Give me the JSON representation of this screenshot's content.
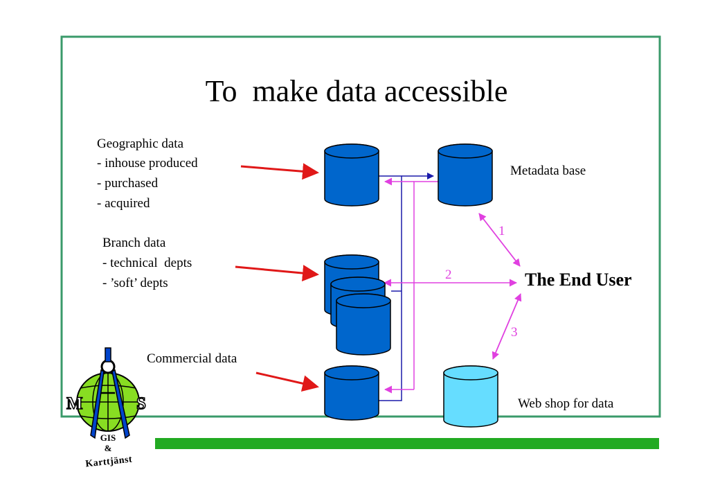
{
  "title": "To  make data accessible",
  "sources": {
    "geographic": {
      "heading": "Geographic data",
      "items": [
        "- inhouse produced",
        "- purchased",
        "- acquired"
      ]
    },
    "branch": {
      "heading": "Branch data",
      "items": [
        "- technical  depts",
        "- ’soft’ depts"
      ]
    },
    "commercial": {
      "heading": "Commercial data"
    }
  },
  "targets": {
    "metadata": "Metadata base",
    "webshop": "Web shop for data",
    "end_user": "The End User"
  },
  "paths": [
    "1",
    "2",
    "3"
  ],
  "logo": {
    "left_letter": "M",
    "right_letter": "S",
    "line1": "GIS",
    "line2": "&",
    "line3": "Karttjänst"
  },
  "colors": {
    "frame": "#3a9a6a",
    "db_dark": "#0066cc",
    "db_light": "#66ddff",
    "red_arrow": "#e01818",
    "blue_line": "#1a1aaa",
    "magenta": "#e040e0",
    "green_bar": "#22aa22",
    "globe": "#88dd22"
  }
}
